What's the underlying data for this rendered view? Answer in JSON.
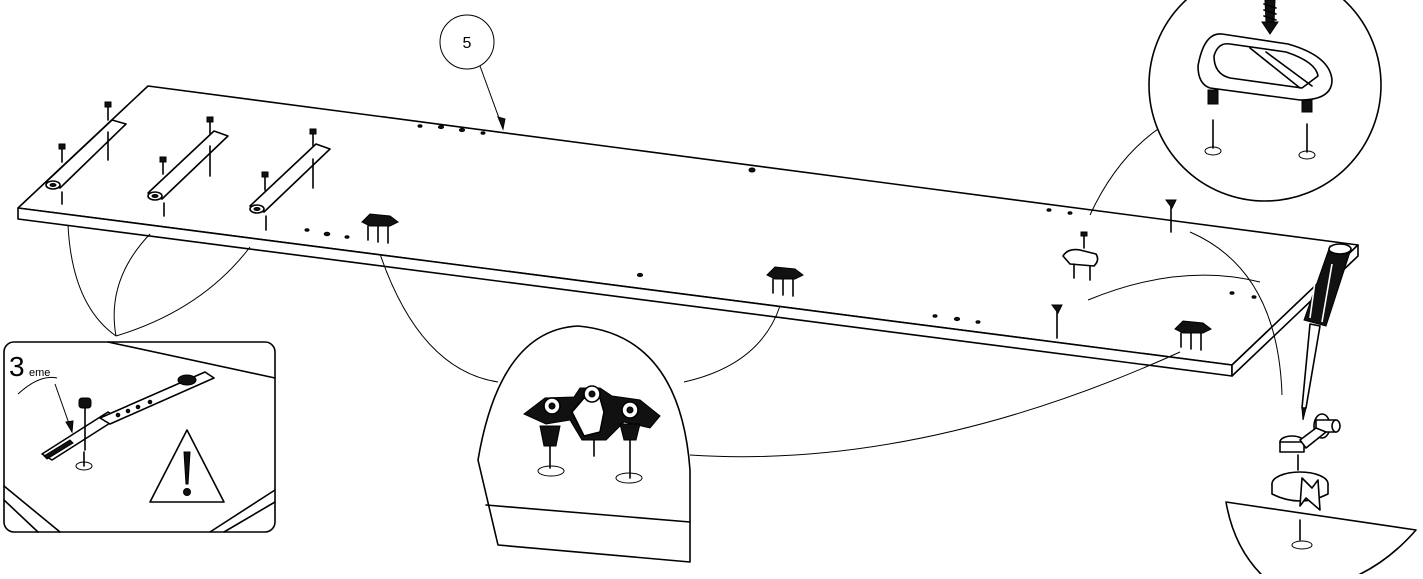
{
  "callout": {
    "part_number": "5"
  },
  "detail_note": {
    "count_label": "3",
    "count_suffix": "eme"
  }
}
